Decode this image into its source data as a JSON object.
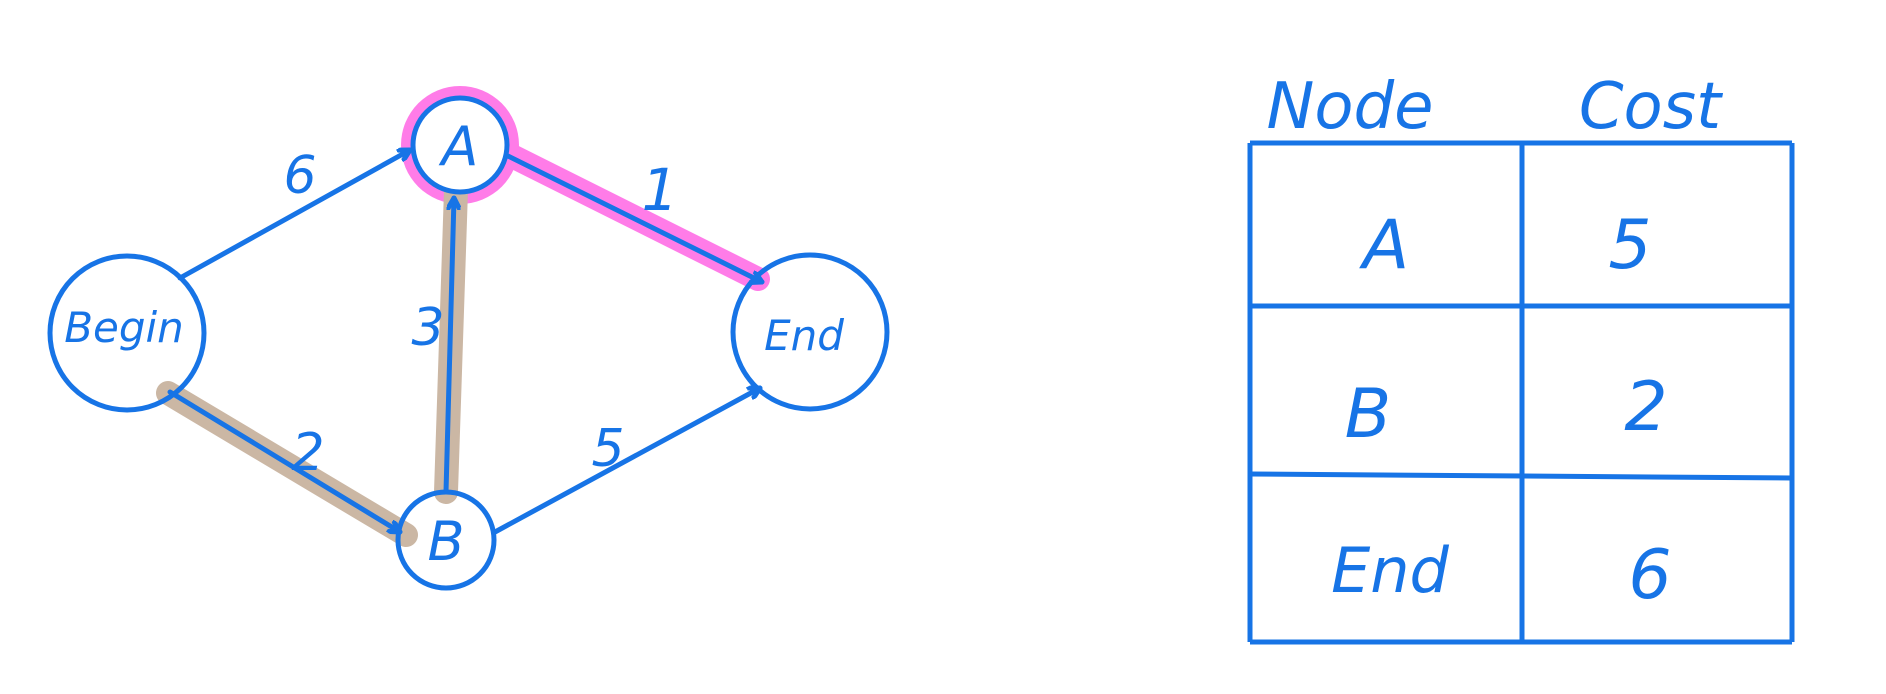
{
  "colors": {
    "ink": "#1774e6",
    "highlight_pink": "#ff7ce8",
    "highlight_tan": "#cbb7a4",
    "background": "#ffffff"
  },
  "graph": {
    "nodes": {
      "begin": "Begin",
      "a": "A",
      "b": "B",
      "end": "End"
    },
    "edges": {
      "begin_a": "6",
      "begin_b": "2",
      "b_a": "3",
      "a_end": "1",
      "b_end": "5"
    }
  },
  "table": {
    "headers": [
      "Node",
      "Cost"
    ],
    "rows": [
      [
        "A",
        "5"
      ],
      [
        "B",
        "2"
      ],
      [
        "End",
        "6"
      ]
    ]
  }
}
